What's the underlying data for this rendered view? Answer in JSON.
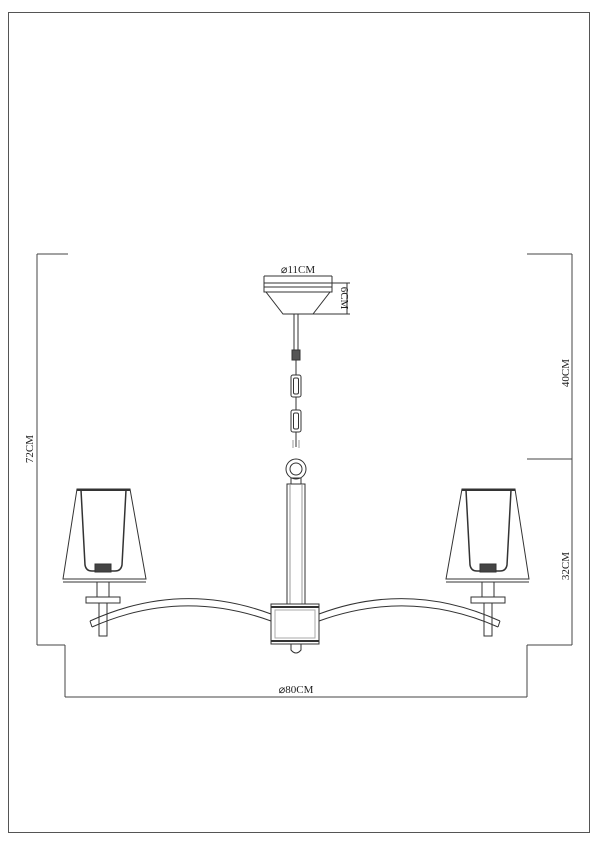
{
  "drawing": {
    "subject": "three-arm chandelier dimension drawing",
    "line_color": "#333333",
    "frame_color": "#555555",
    "background": "#ffffff"
  },
  "dimensions": {
    "canopy_diameter": "⌀11CM",
    "canopy_height": "6CM",
    "overall_height": "72CM",
    "chain_height": "40CM",
    "body_height": "32CM",
    "overall_diameter": "⌀80CM"
  }
}
